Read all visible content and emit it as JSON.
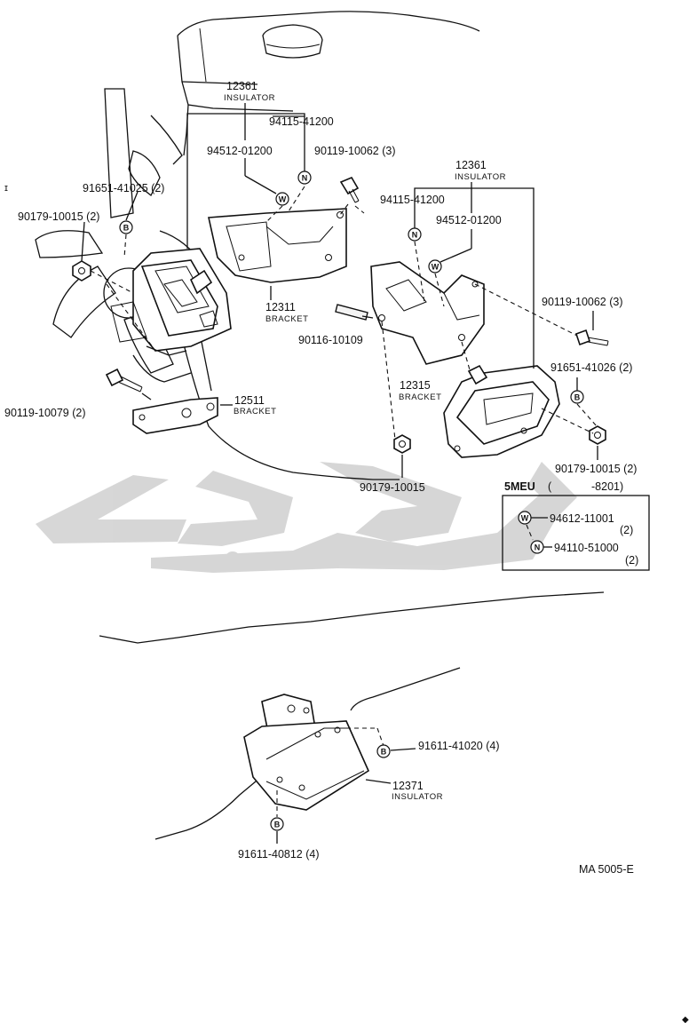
{
  "symbols": {
    "B": "B",
    "N": "N",
    "W": "W"
  },
  "callouts": {
    "insulator_12361_a": {
      "number": "12361",
      "name": "INSULATOR"
    },
    "p94115_a": "94115-41200",
    "p94512_a": "94512-01200",
    "p90119_10062_a": "90119-10062 (3)",
    "p91651_41025": "91651-41025 (2)",
    "p90179_10015_a": "90179-10015 (2)",
    "bracket_12311": {
      "number": "12311",
      "name": "BRACKET"
    },
    "p90116": "90116-10109",
    "insulator_12361_b": {
      "number": "12361",
      "name": "INSULATOR"
    },
    "p94115_b": "94115-41200",
    "p94512_b": "94512-01200",
    "p90119_10062_b": "90119-10062 (3)",
    "p91651_41026": "91651-41026 (2)",
    "bracket_12315": {
      "number": "12315",
      "name": "BRACKET"
    },
    "p90119_10079": "90119-10079 (2)",
    "bracket_12511": {
      "number": "12511",
      "name": "BRACKET"
    },
    "p90179_10015_b": "90179-10015",
    "p90179_10015_c": "90179-10015 (2)",
    "p91611_41020": "91611-41020 (4)",
    "insulator_12371": {
      "number": "12371",
      "name": "INSULATOR"
    },
    "p91611_40812": "91611-40812 (4)"
  },
  "variant_box": {
    "header_model": "5MEU",
    "header_open": "(",
    "header_range": "-8201)",
    "row1_part": "94612-11001",
    "row1_qty": "(2)",
    "row2_part": "94110-51000",
    "row2_qty": "(2)"
  },
  "figure_code": "MA 5005-E",
  "watermark_color": "#d0d0d0"
}
